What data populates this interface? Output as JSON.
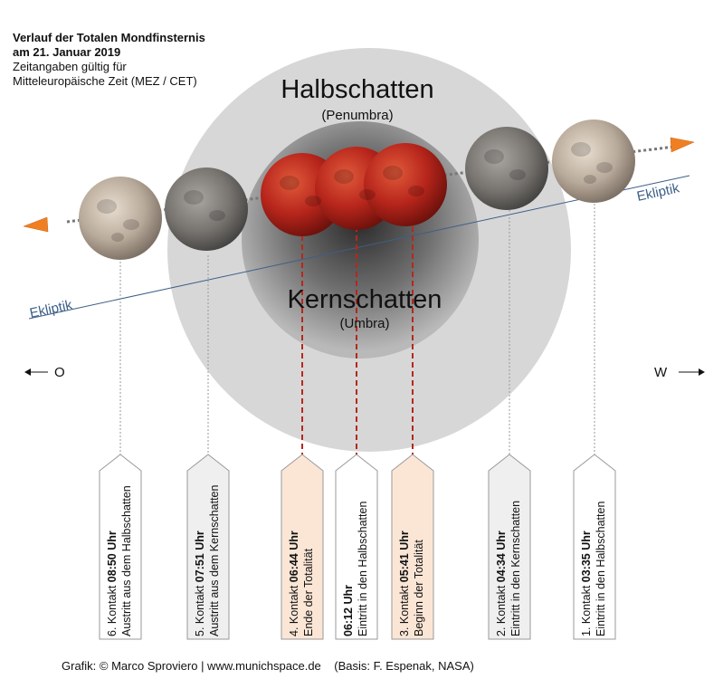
{
  "title": {
    "line1": "Verlauf der Totalen Mondfinsternis",
    "line2": "am 21. Januar 2019",
    "line3": "Zeitangaben gültig für",
    "line4": "Mitteleuropäische Zeit (MEZ / CET)"
  },
  "zones": {
    "penumbra_label": "Halbschatten",
    "penumbra_sub": "(Penumbra)",
    "umbra_label": "Kernschatten",
    "umbra_sub": "(Umbra)"
  },
  "ecliptic": {
    "label_right": "Ekliptik",
    "label_left": "Ekliptik"
  },
  "directions": {
    "east": "O",
    "west": "W"
  },
  "contacts": [
    {
      "number": "6. Kontakt",
      "time": "08:50 Uhr",
      "desc": "Austritt aus dem Halbschatten"
    },
    {
      "number": "5. Kontakt",
      "time": "07:51 Uhr",
      "desc": "Austritt aus dem Kernschatten"
    },
    {
      "number": "4. Kontakt",
      "time": "06:44 Uhr",
      "desc": "Ende der Totalität"
    },
    {
      "number": "",
      "time": "06:12 Uhr",
      "desc": "Eintritt in den Halbschatten"
    },
    {
      "number": "3. Kontakt",
      "time": "05:41 Uhr",
      "desc": "Beginn der Totalität"
    },
    {
      "number": "2. Kontakt",
      "time": "04:34 Uhr",
      "desc": "Eintritt in den Kernschatten"
    },
    {
      "number": "1. Kontakt",
      "time": "03:35 Uhr",
      "desc": "Eintritt in den Halbschatten"
    }
  ],
  "credit": {
    "graphic": "Grafik: © Marco Sproviero | www.munichspace.de",
    "basis": "(Basis: F. Espenak, NASA)"
  },
  "colors": {
    "penumbra": "#d7d7d7",
    "umbra": "#8a8a8a",
    "ecliptic": "#3d5f88",
    "blood_moon": "#b8261c",
    "arrow": "#f07f22",
    "tag_light": "#ffffff",
    "tag_grey": "#efefef",
    "tag_peach": "#fbe6d6"
  }
}
